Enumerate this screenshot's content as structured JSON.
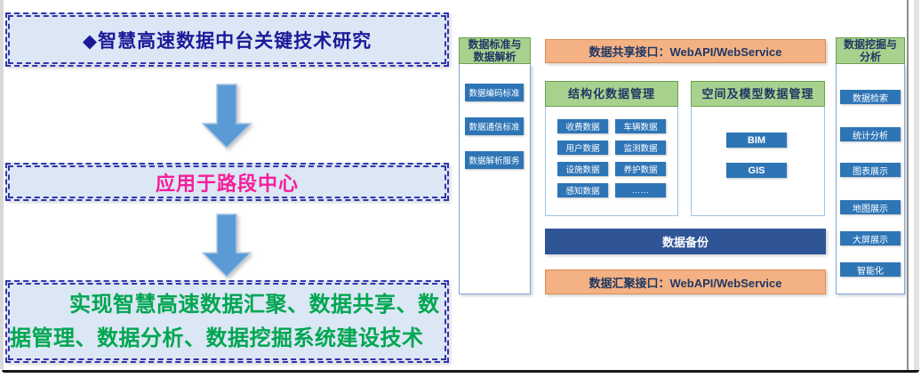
{
  "flow": {
    "box1": {
      "text": "◆智慧高速数据中台关键技术研究"
    },
    "box2": {
      "text": "应用于路段中心"
    },
    "box3": {
      "line1": "实现智慧高速数据汇聚、数据共享、数",
      "line2": "据管理、数据分析、数据挖掘系统建设技术"
    }
  },
  "architecture": {
    "left_column": {
      "title_lines": [
        "数据标准与",
        "数据解析"
      ],
      "items": [
        "数据编码标准",
        "数据通信标准",
        "数据解析服务"
      ]
    },
    "top_bar": "数据共享接口：WebAPI/WebService",
    "panels": [
      {
        "title": "结构化数据管理",
        "items": [
          "收费数据",
          "车辆数据",
          "用户数据",
          "监测数据",
          "设施数据",
          "养护数据",
          "感知数据",
          "……"
        ]
      },
      {
        "title": "空间及模型数据管理",
        "items": [
          "BIM",
          "GIS"
        ]
      }
    ],
    "backup_bar": "数据备份",
    "bottom_bar": "数据汇聚接口：WebAPI/WebService",
    "right_column": {
      "title_lines": [
        "数据挖掘与",
        "分析"
      ],
      "items": [
        "数据检索",
        "统计分析",
        "图表展示",
        "地图展示",
        "大屏展示",
        "智能化"
      ]
    }
  },
  "colors": {
    "flow_box_fill": "#dbe7f4",
    "flow_box_border": "#3434ac",
    "flow_text_blue": "#1a1a99",
    "flow_text_pink": "#f61e9b",
    "flow_text_green": "#00a651",
    "arrow_blue": "#5b9bd5",
    "header_green": "#a9d18e",
    "bar_orange": "#f4b183",
    "button_blue": "#2e75b6",
    "bar_dark_blue": "#2f5597"
  }
}
